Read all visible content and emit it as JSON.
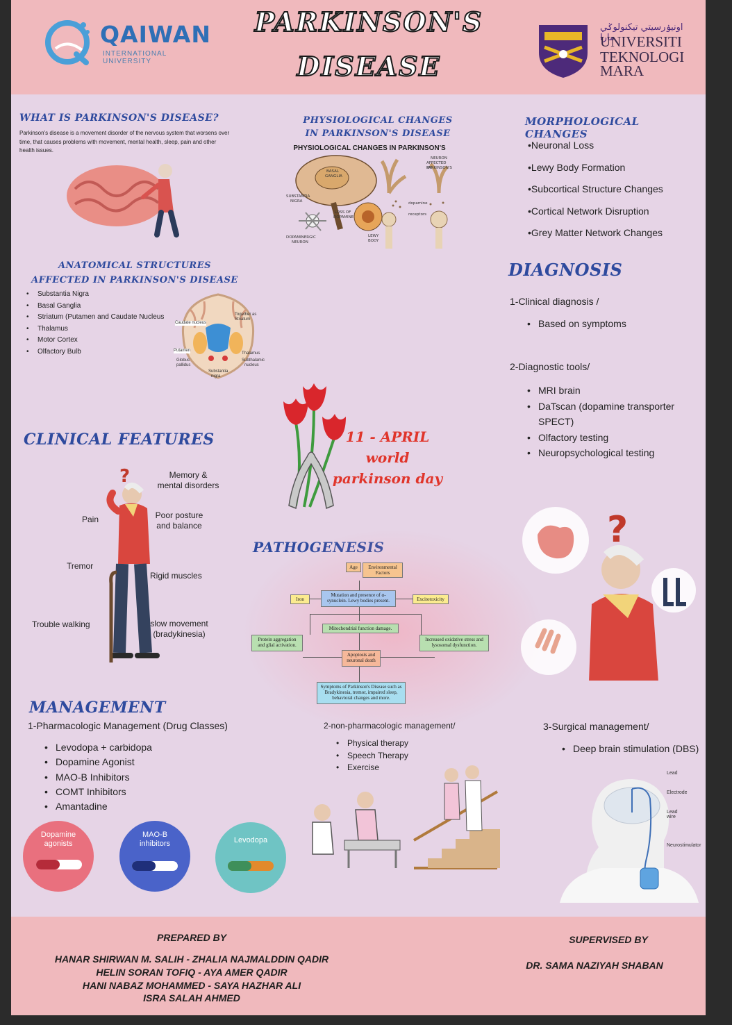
{
  "header": {
    "left_logo": {
      "name": "QAIWAN",
      "subtitle": "INTERNATIONAL UNIVERSITY"
    },
    "title_line1": "PARKINSON'S",
    "title_line2": "DISEASE",
    "right_logo": {
      "line1": "UNIVERSITI",
      "line2": "TEKNOLOGI",
      "line3": "MARA",
      "script": "اونيۏرسيتي تيكنولوݢي مارا"
    }
  },
  "what_is": {
    "heading": "WHAT IS PARKINSON'S DISEASE?",
    "text": "Parkinson's disease is a movement disorder of the nervous system that worsens over time, that causes problems with movement, mental health, sleep, pain and other health issues."
  },
  "physiological": {
    "heading_line1": "PHYSIOLOGICAL CHANGES",
    "heading_line2": "IN PARKINSON'S DISEASE",
    "figure_title": "PHYSIOLOGICAL CHANGES IN PARKINSON'S",
    "labels": {
      "basal": "BASAL",
      "ganglia": "GANGLIA",
      "substantia": "SUBSTANTIA",
      "nigra": "NIGRA",
      "loss_of": "LOSS OF",
      "dopamine_cap": "DOPAMINE",
      "dopaminergic": "DOPAMINERGIC",
      "neuron_cap": "NEURON",
      "lewy": "LEWY",
      "body": "BODY",
      "neuron_affected1": "NEURON",
      "neuron_affected2": "AFFECTED BY",
      "neuron_affected3": "PARKINSON'S",
      "dopamine": "dopamine",
      "receptors": "receptors"
    }
  },
  "morphological": {
    "heading": "MORPHOLOGICAL CHANGES",
    "items": [
      "Neuronal Loss",
      "Lewy Body Formation",
      "Subcortical Structure Changes",
      "Cortical Network Disruption",
      "Grey Matter Network Changes"
    ]
  },
  "anatomical": {
    "heading_line1": "ANATOMICAL STRUCTURES",
    "heading_line2": "AFFECTED IN PARKINSON'S DISEASE",
    "items": [
      "Substantia Nigra",
      "Basal Ganglia",
      "Striatum (Putamen and Caudate Nucleus",
      "Thalamus",
      "Motor Cortex",
      "Olfactory Bulb"
    ],
    "figure_labels": {
      "caudate": "Caudate nucleus",
      "together1": "Together as",
      "together2": "Striatum",
      "putamen": "Putamen",
      "globus1": "Globus",
      "globus2": "pallidus",
      "thalamus": "Thalamus",
      "subthal1": "Subthalamic",
      "subthal2": "nucleus",
      "substantia1": "Substantia",
      "substantia2": "nigra"
    }
  },
  "diagnosis": {
    "heading": "DIAGNOSIS",
    "clinical_title": "1-Clinical diagnosis /",
    "clinical_items": [
      "Based on symptoms"
    ],
    "tools_title": "2-Diagnostic tools/",
    "tools_items": [
      "MRI brain",
      "DaTscan (dopamine transporter SPECT)",
      "Olfactory testing",
      "Neuropsychological testing"
    ]
  },
  "world_day": {
    "line1": "11 - APRIL",
    "line2": "world",
    "line3": "parkinson day"
  },
  "clinical_features": {
    "heading": "CLINICAL FEATURES",
    "memory": "Memory &",
    "memory2": "mental disorders",
    "pain": "Pain",
    "posture": "Poor posture",
    "posture2": "and balance",
    "tremor": "Tremor",
    "rigid": "Rigid muscles",
    "trouble": "Trouble walking",
    "slow": "slow movement",
    "slow2": "(bradykinesia)"
  },
  "pathogenesis": {
    "heading": "PATHOGENESIS",
    "age": "Age",
    "env": "Environmental Factors",
    "iron": "Iron",
    "mutation": "Mutation and presence of α-synuclein. Lewy bodies present.",
    "excito": "Excitotoxicity",
    "mito": "Mitochondrial function damage.",
    "protein": "Protein aggregation and glial activation.",
    "oxidative": "Increased oxidative stress and lysosomal dysfunction.",
    "apoptosis": "Apoptosis and neuronal death",
    "symptoms": "Symptoms of Parkinson's Disease such as Bradykinesia, tremor, impaired sleep, behavioral changes and more."
  },
  "management": {
    "heading": "MANAGEMENT",
    "pharma_title": "1-Pharmacologic Management (Drug Classes)",
    "pharma_items": [
      "Levodopa + carbidopa",
      "Dopamine Agonist",
      "MAO-B Inhibitors",
      "COMT Inhibitors",
      "Amantadine"
    ],
    "pills": [
      {
        "line1": "Dopamine",
        "line2": "agonists",
        "color": "#e9707e"
      },
      {
        "line1": "MAO-B",
        "line2": "inhibitors",
        "color": "#4a63c9"
      },
      {
        "line1": "Levodopa",
        "line2": "",
        "color": "#6fc4c4"
      }
    ],
    "nonpharma_title": "2-non-pharmacologic management/",
    "nonpharma_items": [
      "Physical therapy",
      "Speech Therapy",
      "Exercise"
    ],
    "surgical_title": "3-Surgical management/",
    "surgical_items": [
      "Deep brain stimulation (DBS)"
    ],
    "dbs_labels": {
      "lead": "Lead",
      "electrode": "Electrode",
      "wire": "Lead wire",
      "stim": "Neurostimulator"
    }
  },
  "footer": {
    "prepared_title": "PREPARED BY",
    "prepared_lines": [
      "HANAR SHIRWAN M. SALIH  - ZHALIA NAJMALDDIN QADIR",
      "HELIN SORAN TOFIQ - AYA AMER QADIR",
      "HANI NABAZ MOHAMMED - SAYA HAZHAR ALI",
      "ISRA SALAH AHMED"
    ],
    "supervised_title": "SUPERVISED BY",
    "supervisor": "DR. SAMA NAZIYAH SHABAN"
  }
}
